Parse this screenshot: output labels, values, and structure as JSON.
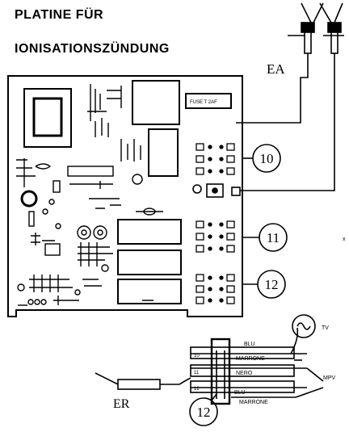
{
  "title_line1": "PLATINE FÜR",
  "title_line2": "IONISATIONSZÜNDUNG",
  "labels": {
    "ea": "EA",
    "er": "ER",
    "callout_10": "10",
    "callout_11": "11",
    "callout_12_top": "12",
    "callout_12_bottom": "12",
    "fuse": "FUSE T 2AF",
    "ground": "⏚",
    "wire_blu": "BLU",
    "wire_marrone_1": "MARRONE",
    "wire_nero": "NERO",
    "wire_blu_2": "BLU",
    "wire_marrone_2": "MARRONE",
    "term_10": "10",
    "term_11": "11",
    "term_12": "12",
    "side_tv": "TV",
    "side_mpv": "MPV",
    "side_x": "x"
  },
  "icons": [
    "electrode-icon",
    "ac-source-icon",
    "connector-icon"
  ]
}
